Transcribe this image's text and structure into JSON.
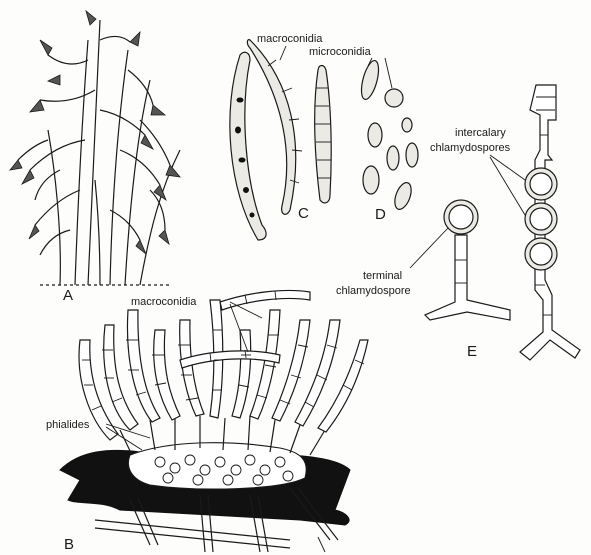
{
  "panels": {
    "A": {
      "letter": "A"
    },
    "B": {
      "letter": "B",
      "labels": {
        "macroconidia": "macroconidia",
        "phialides": "phialides"
      }
    },
    "C": {
      "letter": "C",
      "labels": {
        "macroconidia": "macroconidia"
      }
    },
    "D": {
      "letter": "D",
      "labels": {
        "microconidia": "microconidia"
      }
    },
    "E": {
      "letter": "E",
      "labels": {
        "intercalary_line1": "intercalary",
        "intercalary_line2": "chlamydospores",
        "terminal_line1": "terminal",
        "terminal_line2": "chlamydospore"
      }
    }
  }
}
